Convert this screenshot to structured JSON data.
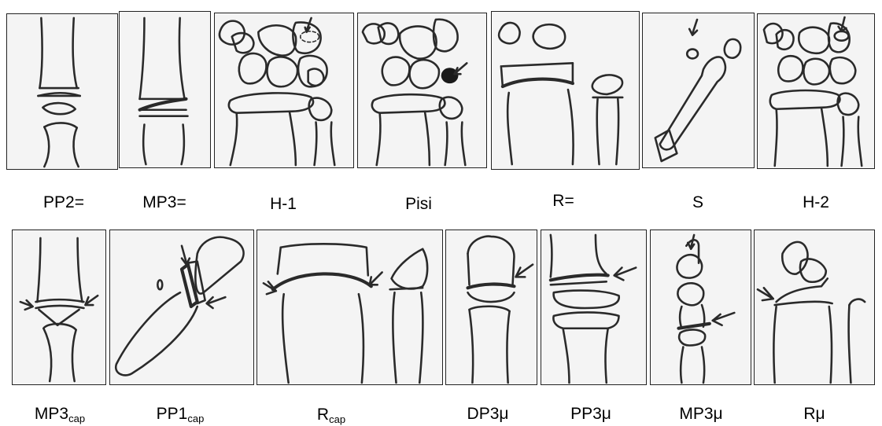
{
  "row1": {
    "stages": [
      {
        "label": "PP2="
      },
      {
        "label": "MP3="
      },
      {
        "label": "H-1"
      },
      {
        "label": "Pisi"
      },
      {
        "label": "R="
      },
      {
        "label": "S"
      },
      {
        "label": "H-2"
      }
    ]
  },
  "row2": {
    "stages": [
      {
        "label": "MP3",
        "sub": "cap"
      },
      {
        "label": "PP1",
        "sub": "cap"
      },
      {
        "label": "R",
        "sub": "cap"
      },
      {
        "label": "DP3μ"
      },
      {
        "label": "PP3μ"
      },
      {
        "label": "MP3μ"
      },
      {
        "label": "Rμ"
      }
    ]
  }
}
